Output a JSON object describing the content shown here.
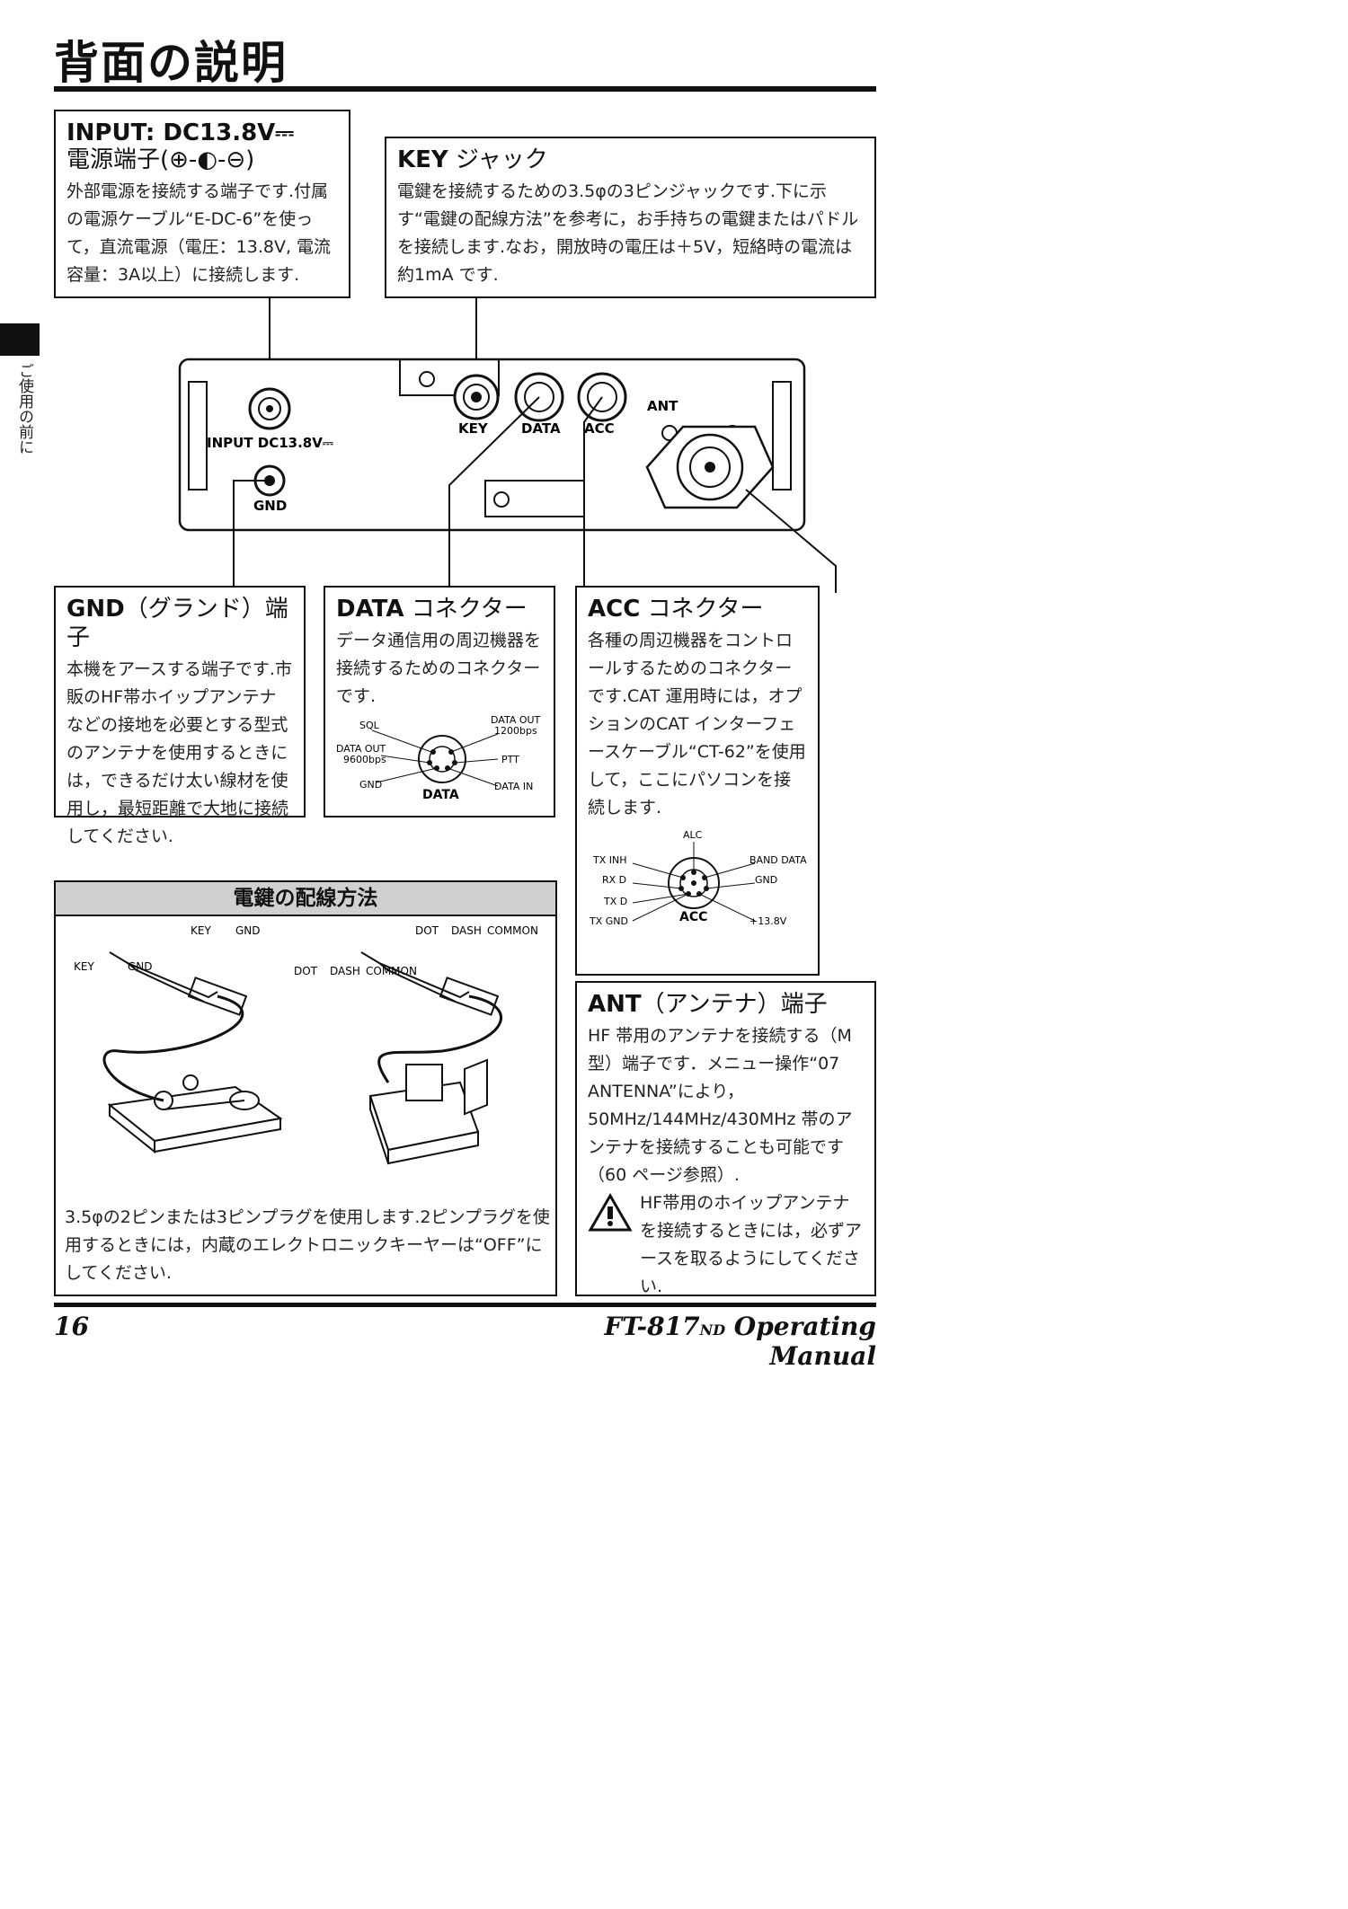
{
  "page": {
    "title": "背面の説明",
    "side_label": "ご使用の前に",
    "page_number": "16",
    "manual_model": "FT-817",
    "manual_suffix": "ND",
    "manual_rest": " Operating Manual"
  },
  "input_box": {
    "heading": "INPUT: DC13.8V⎓",
    "subheading": "電源端子(⊕-◐-⊖)",
    "text": "外部電源を接続する端子です.付属の電源ケーブル“E-DC-6”を使って，直流電源（電圧：13.8V, 電流容量：3A以上）に接続します."
  },
  "key_box": {
    "heading": "KEY",
    "heading_rest": " ジャック",
    "text": "電鍵を接続するための3.5φの3ピンジャックです.下に示す“電鍵の配線方法”を参考に，お手持ちの電鍵またはパドルを接続します.なお，開放時の電圧は＋5V，短絡時の電流は約1mA です."
  },
  "gnd_box": {
    "heading": "GND",
    "heading_rest": "（グランド）端子",
    "text": "本機をアースする端子です.市販のHF帯ホイップアンテナなどの接地を必要とする型式のアンテナを使用するときには，できるだけ太い線材を使用し，最短距離で大地に接続してください."
  },
  "data_box": {
    "heading": "DATA",
    "heading_rest": " コネクター",
    "text": "データ通信用の周辺機器を接続するためのコネクターです."
  },
  "acc_box": {
    "heading": "ACC",
    "heading_rest": " コネクター",
    "text": "各種の周辺機器をコントロールするためのコネクターです.CAT 運用時には，オプションのCAT インターフェースケーブル“CT-62”を使用して，ここにパソコンを接続します."
  },
  "ant_box": {
    "heading": "ANT",
    "heading_rest": "（アンテナ）端子",
    "text": "HF 帯用のアンテナを接続する（M型）端子です．メニュー操作“07 ANTENNA”により，50MHz/144MHz/430MHz 帯のアンテナを接続することも可能です（60 ページ参照）.",
    "warning": "HF帯用のホイップアンテナを接続するときには，必ずアースを取るようにしてください."
  },
  "wiring": {
    "header": "電鍵の配線方法",
    "text": "3.5φの2ピンまたは3ピンプラグを使用します.2ピンプラグを使用するときには，内蔵のエレクトロニックキーヤーは“OFF”にしてください.",
    "left_labels": [
      "KEY",
      "GND",
      "KEY",
      "GND"
    ],
    "right_labels": [
      "DOT",
      "DASH",
      "COMMON",
      "DOT",
      "DASH",
      "COMMON"
    ]
  },
  "panel": {
    "input_label": "INPUT  DC13.8V⎓",
    "gnd_label": "GND",
    "key_label": "KEY",
    "data_label": "DATA",
    "acc_label": "ACC",
    "ant_label": "ANT"
  },
  "data_pins": {
    "title": "DATA",
    "sql": "SQL",
    "data_out_1200": "DATA OUT",
    "bps_1200": "1200bps",
    "data_out_9600": "DATA OUT",
    "bps_9600": "9600bps",
    "ptt": "PTT",
    "gnd": "GND",
    "data_in": "DATA IN"
  },
  "acc_pins": {
    "title": "ACC",
    "alc": "ALC",
    "tx_inh": "TX INH",
    "band_data": "BAND DATA",
    "rx_d": "RX D",
    "gnd": "GND",
    "tx_d": "TX D",
    "tx_gnd": "TX GND",
    "v138": "+13.8V"
  }
}
